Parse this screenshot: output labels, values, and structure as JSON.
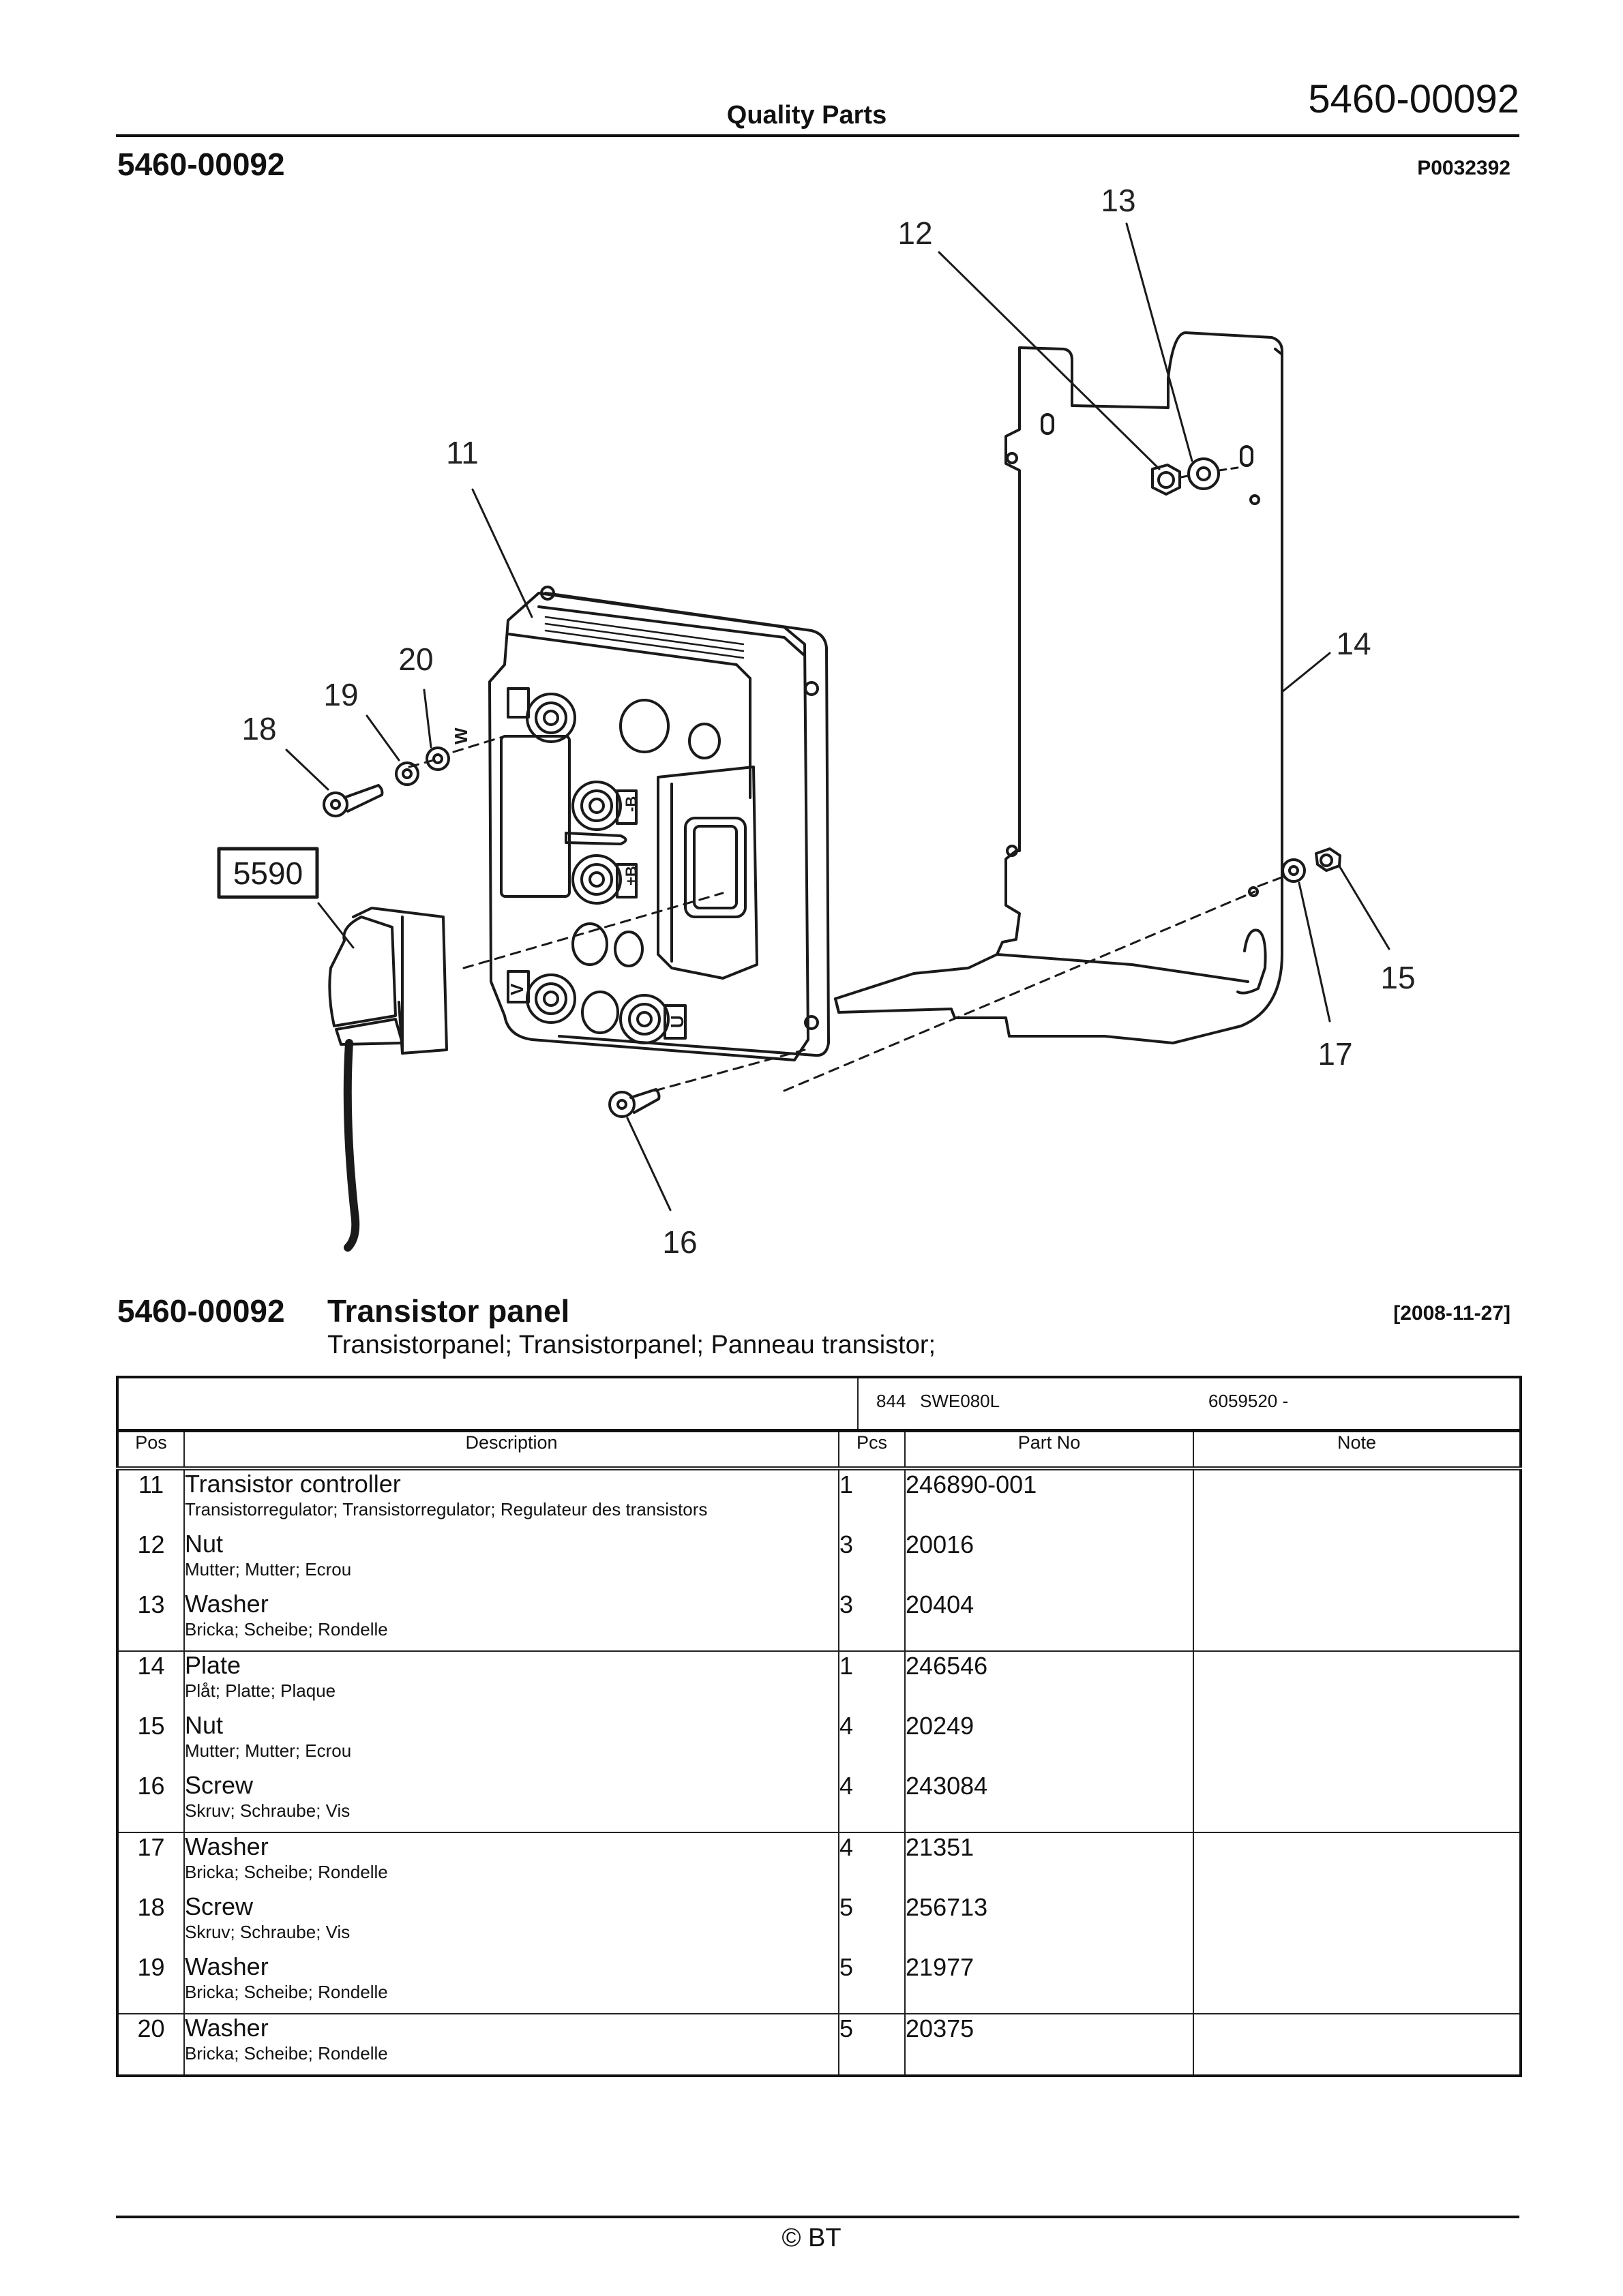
{
  "header": {
    "center_title": "Quality Parts",
    "doc_number": "5460-00092"
  },
  "subheader": {
    "group_number": "5460-00092",
    "illustration_id": "P0032392"
  },
  "diagram": {
    "callouts": [
      "11",
      "12",
      "13",
      "14",
      "15",
      "16",
      "17",
      "18",
      "19",
      "20"
    ],
    "reference_box": "5590",
    "terminal_labels": [
      "W",
      "-B",
      "+B",
      "V",
      "U"
    ]
  },
  "section": {
    "number": "5460-00092",
    "title": "Transistor panel",
    "date": "[2008-11-27]",
    "translations": "Transistorpanel; Transistorpanel; Panneau transistor;"
  },
  "table": {
    "info": {
      "code": "844",
      "model": "SWE080L",
      "serial": "6059520 -"
    },
    "columns": [
      "Pos",
      "Description",
      "Pcs",
      "Part No",
      "Note"
    ],
    "rows": [
      {
        "pos": "11",
        "name": "Transistor controller",
        "translation": "Transistorregulator; Transistorregulator; Regulateur des transistors",
        "pcs": "1",
        "part_no": "246890-001",
        "note": ""
      },
      {
        "pos": "12",
        "name": "Nut",
        "translation": "Mutter; Mutter; Ecrou",
        "pcs": "3",
        "part_no": "20016",
        "note": ""
      },
      {
        "pos": "13",
        "name": "Washer",
        "translation": "Bricka; Scheibe; Rondelle",
        "pcs": "3",
        "part_no": "20404",
        "note": ""
      },
      {
        "pos": "14",
        "name": "Plate",
        "translation": "Plåt; Platte; Plaque",
        "pcs": "1",
        "part_no": "246546",
        "note": ""
      },
      {
        "pos": "15",
        "name": "Nut",
        "translation": "Mutter; Mutter; Ecrou",
        "pcs": "4",
        "part_no": "20249",
        "note": ""
      },
      {
        "pos": "16",
        "name": "Screw",
        "translation": "Skruv; Schraube; Vis",
        "pcs": "4",
        "part_no": "243084",
        "note": ""
      },
      {
        "pos": "17",
        "name": "Washer",
        "translation": "Bricka; Scheibe; Rondelle",
        "pcs": "4",
        "part_no": "21351",
        "note": ""
      },
      {
        "pos": "18",
        "name": "Screw",
        "translation": "Skruv; Schraube; Vis",
        "pcs": "5",
        "part_no": "256713",
        "note": ""
      },
      {
        "pos": "19",
        "name": "Washer",
        "translation": "Bricka; Scheibe; Rondelle",
        "pcs": "5",
        "part_no": "21977",
        "note": ""
      },
      {
        "pos": "20",
        "name": "Washer",
        "translation": "Bricka; Scheibe; Rondelle",
        "pcs": "5",
        "part_no": "20375",
        "note": ""
      }
    ]
  },
  "footer": {
    "copyright": "© BT"
  }
}
